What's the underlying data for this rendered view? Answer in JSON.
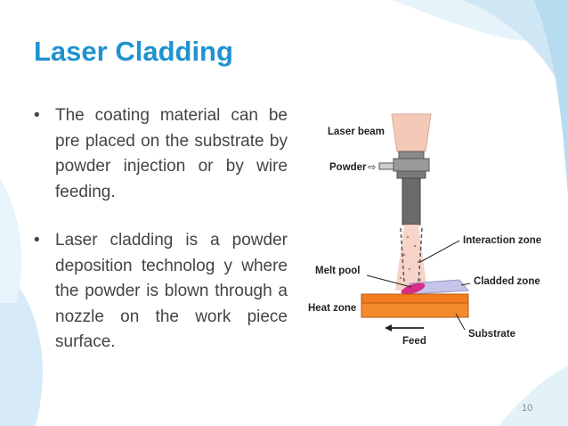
{
  "slide": {
    "title": "Laser Cladding",
    "bullets": [
      "The coating material can be pre placed on the substrate by powder injection or by wire feeding.",
      "Laser cladding is a powder deposition technolog y where the powder is blown through a nozzle on the work piece surface."
    ],
    "bullet_marker": "•",
    "page_number": "10"
  },
  "diagram": {
    "labels": {
      "laser_beam": "Laser beam",
      "powder": "Powder",
      "interaction_zone": "Interaction zone",
      "melt_pool": "Melt pool",
      "cladded_zone": "Cladded zone",
      "heat_zone": "Heat zone",
      "substrate": "Substrate",
      "feed": "Feed"
    }
  },
  "colors": {
    "title": "#1f93cf",
    "body_text": "#444444",
    "laser_beam": "#f4c9b8",
    "nozzle_dark": "#6b6b6b",
    "nozzle_light": "#9a9a9a",
    "cladded_zone": "#c7c4ea",
    "melt_pool": "#d62e86",
    "substrate": "#f47c20",
    "background_wave": "#d8ecf7"
  }
}
